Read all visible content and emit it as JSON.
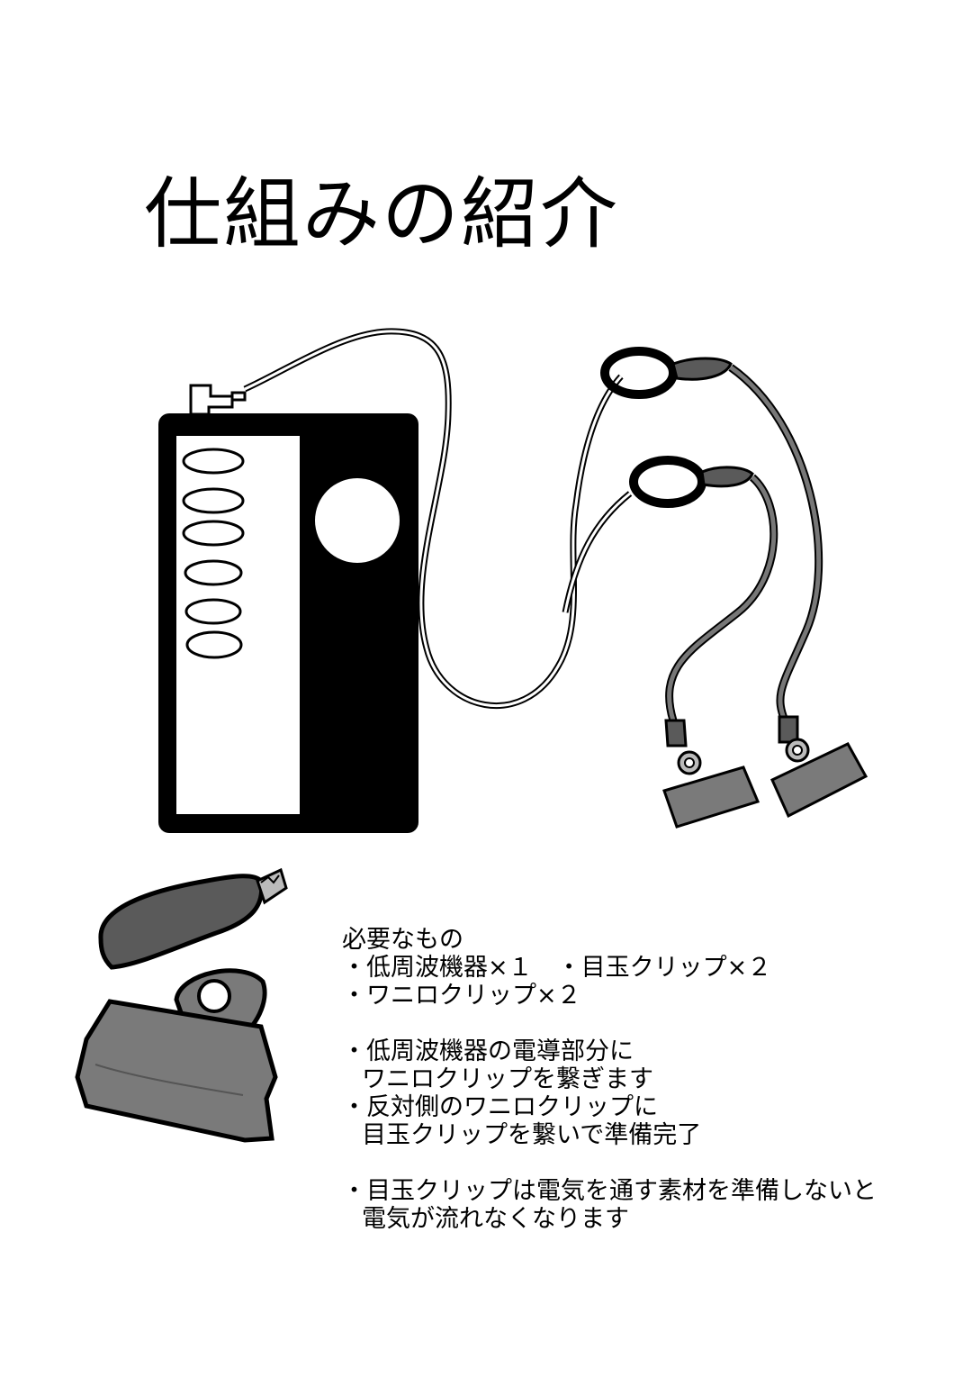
{
  "page": {
    "title": "仕組みの紹介"
  },
  "requirements": {
    "heading": "必要なもの",
    "lines": [
      "・低周波機器×１　・目玉クリップ×２",
      "・ワニロクリップ×２"
    ]
  },
  "steps": {
    "lines": [
      "・低周波機器の電導部分に",
      "ワニロクリップを繋ぎます",
      "・反対側のワニロクリップに",
      "目玉クリップを繋いで準備完了"
    ]
  },
  "note": {
    "lines": [
      "・目玉クリップは電気を通す素材を準備しないと",
      "電気が流れなくなります"
    ]
  },
  "colors": {
    "ink": "#000000",
    "paper": "#ffffff",
    "clip_gray": "#7a7a7a",
    "wire_gray": "#5a5a5a"
  },
  "icons": {
    "device": "low-frequency-device-icon",
    "clip": "binder-clip-icon",
    "alligator": "alligator-clip-icon"
  }
}
